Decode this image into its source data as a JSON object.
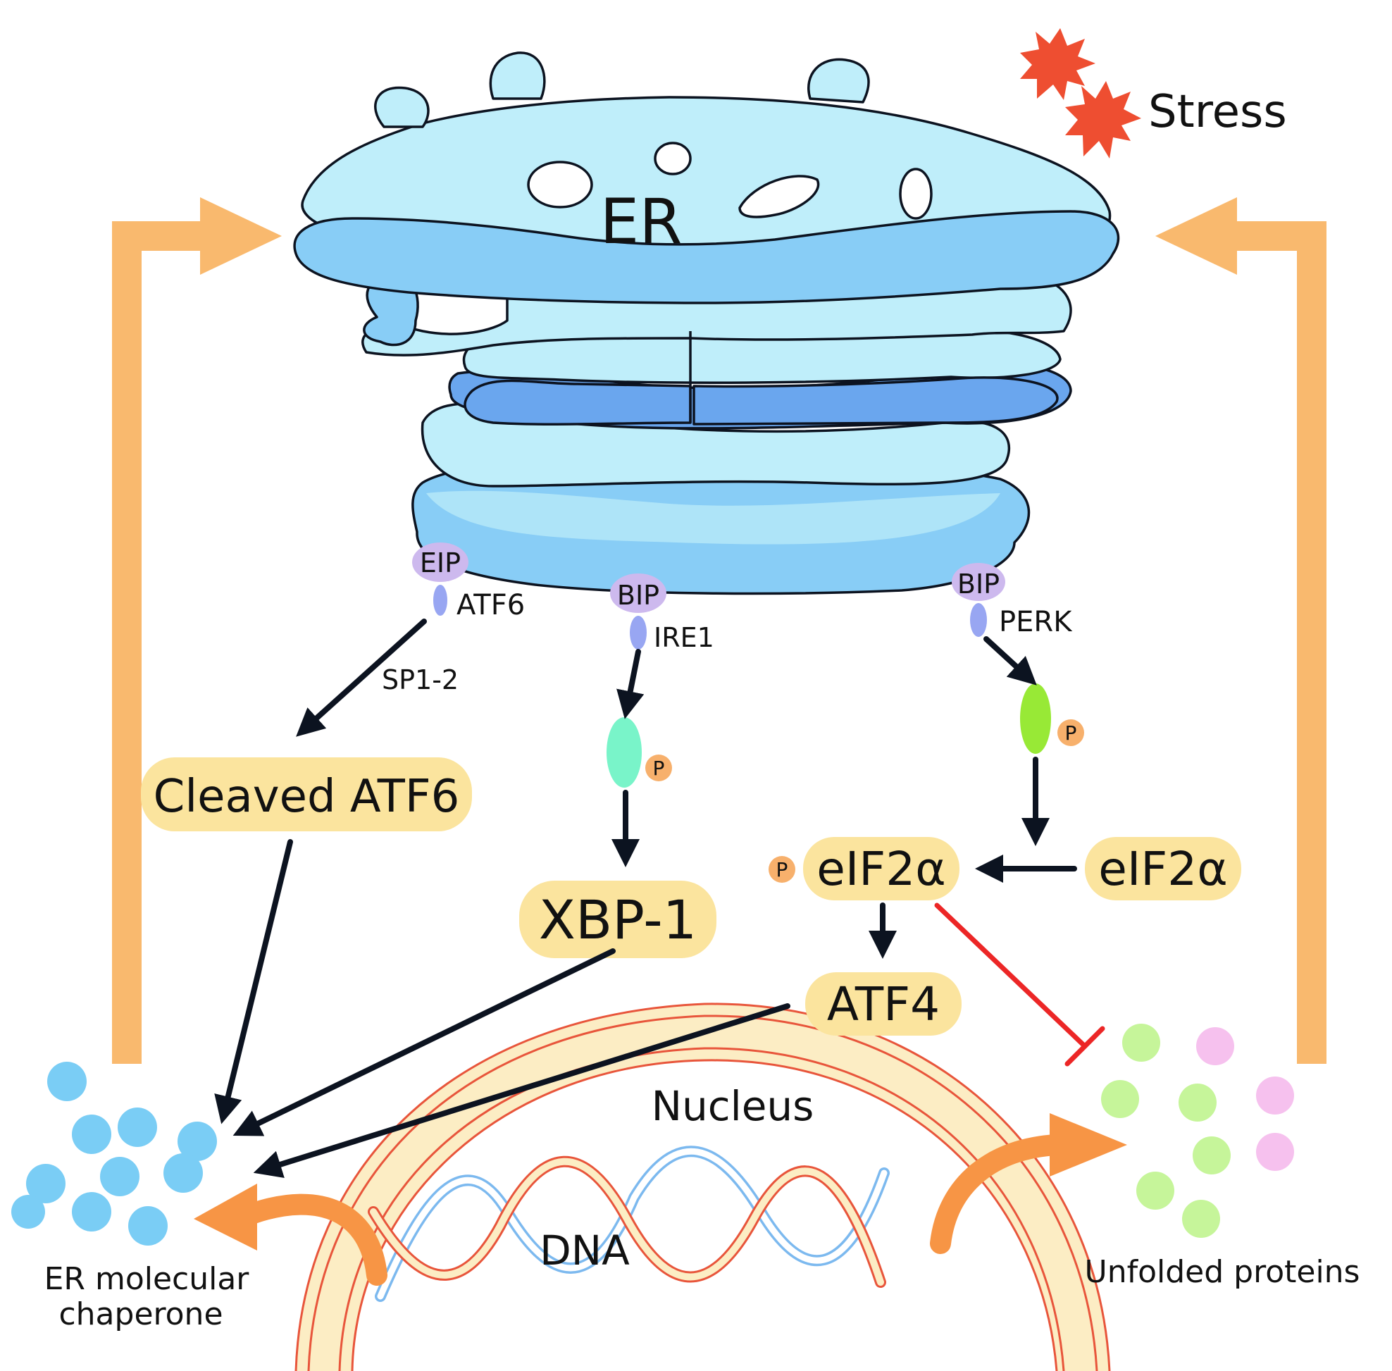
{
  "labels": {
    "er": "ER",
    "stress": "Stress",
    "eip": "EIP",
    "atf6": "ATF6",
    "bip_ire1": "BIP",
    "ire1": "IRE1",
    "bip_perk": "BIP",
    "perk": "PERK",
    "sp12": "SP1-2",
    "cleaved_atf6": "Cleaved ATF6",
    "xbp1": "XBP-1",
    "eif2a_phos": "eIF2α",
    "eif2a": "eIF2α",
    "atf4": "ATF4",
    "p_ire1": "P",
    "p_perk": "P",
    "p_eif2a": "P",
    "nucleus": "Nucleus",
    "dna": "DNA",
    "chaperone_line1": "ER molecular",
    "chaperone_line2": "chaperone",
    "unfolded": "Unfolded proteins"
  },
  "colors": {
    "er_light": "#bfeefa",
    "er_mid": "#88cdf6",
    "er_dark": "#6aa6ee",
    "outline": "#0c1320",
    "feedback_arrow": "#f9b96e",
    "label_box": "#fbe49e",
    "stress": "#ee4e31",
    "receptor": "#cdb9ee",
    "receptor_stem": "#98a6f2",
    "ire1_active": "#79f4c9",
    "perk_active": "#98e936",
    "phospho": "#f7b06c",
    "inhibit": "#ec2626",
    "nucleus_ring": "#e8553b",
    "nucleus_fill": "#fcedc4",
    "dna_blue": "#7cb9ef",
    "dna_red": "#e8553b",
    "chaperone": "#7acdf5",
    "unfolded_green": "#c6f59a",
    "unfolded_pink": "#f6c1ee",
    "curve_arrow": "#f79545"
  }
}
